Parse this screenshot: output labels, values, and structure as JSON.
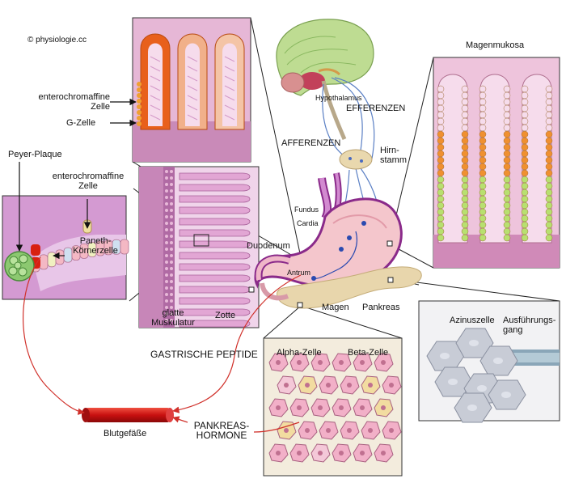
{
  "copyright": "© physiologie.cc",
  "labels": {
    "enterochromaffine_zelle_top": [
      "enterochromaffine",
      "Zelle"
    ],
    "g_zelle": "G-Zelle",
    "peyer_plaque": "Peyer-Plaque",
    "enterochromaffine_zelle_left": [
      "enterochromaffine",
      "Zelle"
    ],
    "paneth": [
      "Paneth-",
      "Körnerzelle"
    ],
    "glatte_muskulatur": [
      "glatte",
      "Muskulatur"
    ],
    "zotte": "Zotte",
    "duodenum": "Duodenum",
    "antrum": "Antrum",
    "fundus": "Fundus",
    "cardia": "Cardia",
    "magen": "Magen",
    "pankreas": "Pankreas",
    "hypothalamus": "Hypothalamus",
    "efferenzen": "EFFERENZEN",
    "afferenzen": "AFFERENZEN",
    "hirnstamm": [
      "Hirn-",
      "stamm"
    ],
    "magenmukosa": "Magenmukosa",
    "azinuszelle": "Azinuszelle",
    "ausfuehrungsgang": [
      "Ausführungs-",
      "gang"
    ],
    "gastrische_peptide": "GASTRISCHE PEPTIDE",
    "alpha_zelle": "Alpha-Zelle",
    "beta_zelle": "Beta-Zelle",
    "pankreashormone": [
      "PANKREAS-",
      "HORMONE"
    ],
    "blutgefaesse": "Blutgefäße"
  },
  "colors": {
    "mucosa_pink": "#d9a6cc",
    "villus_orange": "#e8601c",
    "stomach_pink": "#f2c2c8",
    "stomach_outline": "#8a2a8a",
    "pancreas_tan": "#e5d3a8",
    "nerve_blue": "#5a7fc4",
    "blood_red": "#d8201a",
    "arrow_red": "#d0302a",
    "brain_green": "#b9d98a",
    "acinus_grey": "#c8ccd6"
  }
}
